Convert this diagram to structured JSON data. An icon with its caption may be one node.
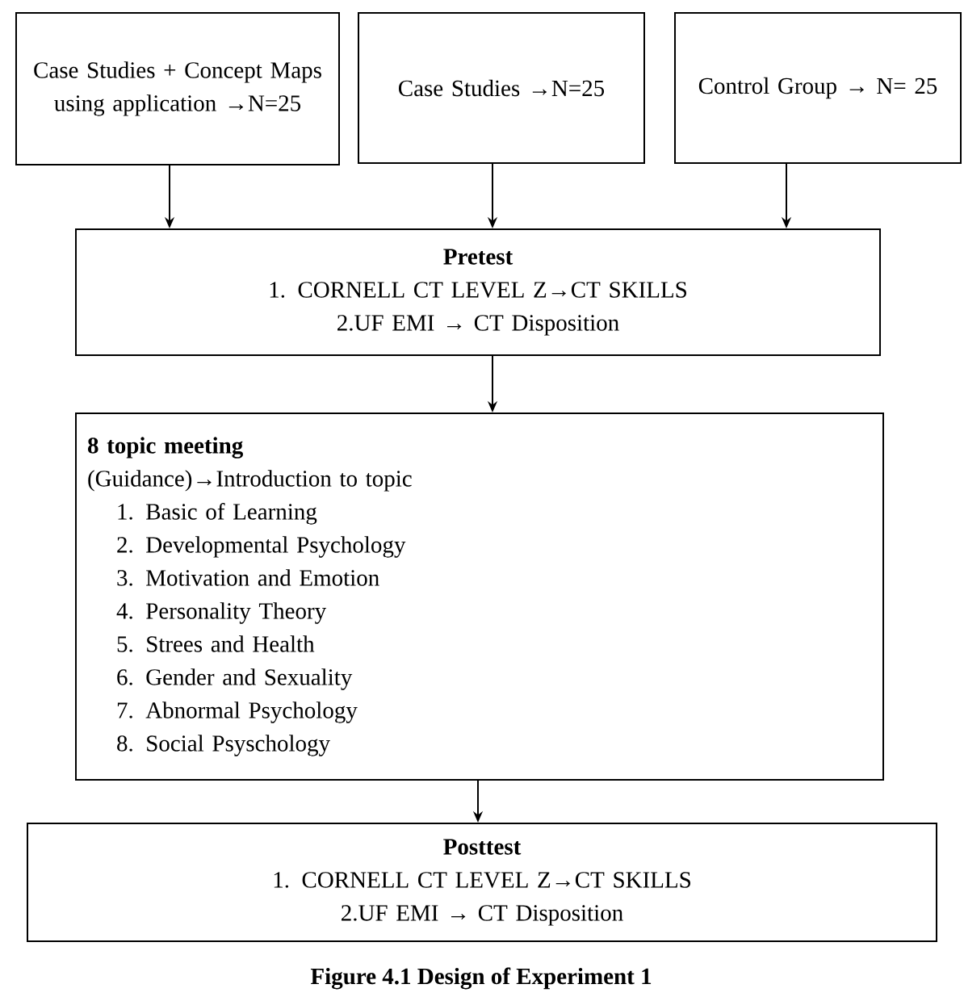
{
  "diagram": {
    "caption": "Figure 4.1 Design of Experiment 1",
    "nodes": [
      {
        "text": [
          "Case Studies + Concept Maps using application →N=25"
        ]
      },
      {
        "text": [
          "Case Studies →N=25"
        ]
      },
      {
        "text": [
          "Control Group → N= 25"
        ]
      },
      {
        "text": [
          "Pretest",
          "1. CORNELL CT LEVEL Z→CT SKILLS",
          "2.UF EMI → CT Disposition"
        ]
      },
      {
        "text": [
          "8 topic meeting",
          "(Guidance)→Introduction to topic",
          "1. Basic of Learning",
          "2. Developmental Psychology",
          "3. Motivation and Emotion",
          "4. Personality Theory",
          "5. Strees and Health",
          "6. Gender and Sexuality",
          "7. Abnormal Psychology",
          "8. Social Psyschology"
        ]
      },
      {
        "text": [
          "Posttest",
          "1. CORNELL CT LEVEL Z→CT SKILLS",
          "2.UF EMI → CT Disposition"
        ]
      }
    ],
    "edges": [
      {
        "from": 0,
        "to": 3,
        "arrow": "to"
      },
      {
        "from": 1,
        "to": 3,
        "arrow": "to"
      },
      {
        "from": 2,
        "to": 3,
        "arrow": "to"
      },
      {
        "from": 3,
        "to": 4,
        "arrow": "to"
      },
      {
        "from": 4,
        "to": 5,
        "arrow": "to"
      }
    ]
  }
}
